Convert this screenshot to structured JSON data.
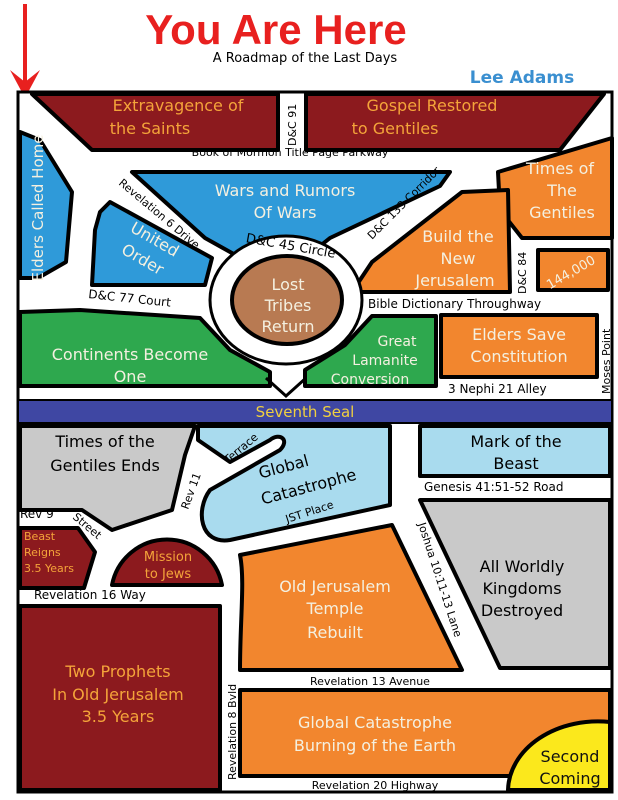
{
  "header": {
    "title": "You Are Here",
    "subtitle": "A Roadmap of the Last Days",
    "author": "Lee Adams",
    "colors": {
      "title": "#e8201f",
      "author": "#3a8fd0",
      "arrow": "#e8201f"
    },
    "icon": "down-arrow-pin-icon"
  },
  "regions": {
    "extravagence": [
      "Extravagence of",
      "the Saints"
    ],
    "gospel_restored": [
      "Gospel Restored",
      "to Gentiles"
    ],
    "elders_called_home": "Elders Called Home",
    "wars": [
      "Wars and Rumors",
      "Of Wars"
    ],
    "united_order": [
      "United",
      "Order"
    ],
    "times_gentiles": [
      "Times of",
      "The",
      "Gentiles"
    ],
    "new_jerusalem": [
      "Build the",
      "New",
      "Jerusalem"
    ],
    "number": "144,000",
    "lost_tribes": [
      "Lost",
      "Tribes",
      "Return"
    ],
    "continents": [
      "Continents Become",
      "One"
    ],
    "lamanite": [
      "Great",
      "Lamanite",
      "Conversion"
    ],
    "constitution": [
      "Elders Save",
      "Constitution"
    ],
    "seventh_seal": "Seventh Seal",
    "gentiles_ends": [
      "Times of the",
      "Gentiles Ends"
    ],
    "global_catastrophe": [
      "Global",
      "Catastrophe"
    ],
    "mark_beast": [
      "Mark of the",
      "Beast"
    ],
    "beast_reigns": [
      "Beast",
      "Reigns",
      "3.5 Years"
    ],
    "mission_jews": [
      "Mission",
      "to Jews"
    ],
    "temple": [
      "Old Jerusalem",
      "Temple",
      "Rebuilt"
    ],
    "kingdoms": [
      "All Worldly",
      "Kingdoms",
      "Destroyed"
    ],
    "two_prophets": [
      "Two Prophets",
      "In Old Jerusalem",
      "3.5 Years"
    ],
    "burning": [
      "Global Catastrophe",
      "Burning of the Earth"
    ],
    "second_coming": [
      "Second",
      "Coming"
    ]
  },
  "roads": {
    "dc91": "D&C 91",
    "bom": "Book of Mormon Title Page Parkway",
    "rev6": "Revelation 6 Drive",
    "dc133": "D&C 133 Corridor",
    "dc45": "D&C 45 Circle",
    "dc84": "D&C 84",
    "dc77": "D&C 77 Court",
    "bible": "Bible Dictionary Throughway",
    "moses": "Moses Point",
    "nephi": "3 Nephi 21 Alley",
    "rev11": "Rev 11",
    "terrace": "Terrace",
    "rev9": "Rev 9",
    "street": "Street",
    "jst": "JST Place",
    "genesis": "Genesis 41:51-52 Road",
    "joshua": "Joshua 10:11-13 Lane",
    "rev16": "Revelation 16 Way",
    "rev8": "Revelation 8 Bvld",
    "rev13": "Revelation 13 Avenue",
    "rev20": "Revelation 20 Highway"
  },
  "colors": {
    "dark_red": "#8c1a1e",
    "blue": "#2f9ad9",
    "orange": "#f2862e",
    "green": "#2ea84e",
    "brown": "#b87a52",
    "navy": "#3f47a3",
    "light_blue": "#a9dbee",
    "gray": "#c9c9c9",
    "yellow": "#fbe81c"
  }
}
